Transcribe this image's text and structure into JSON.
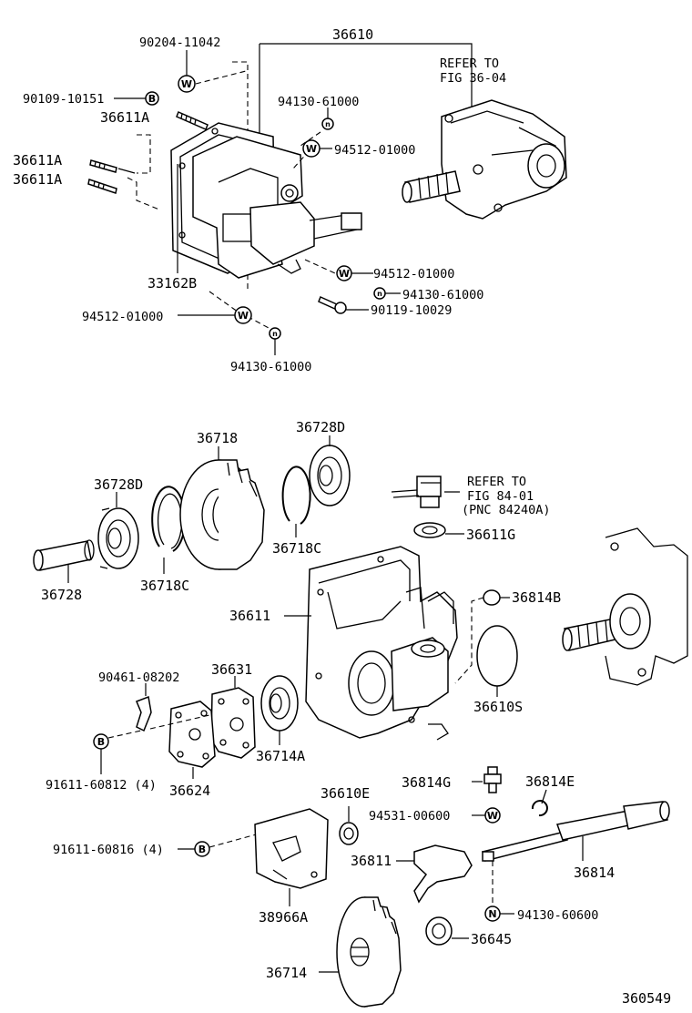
{
  "labels": {
    "l_36610": "36610",
    "l_90204_11042": "90204-11042",
    "l_90109_10151": "90109-10151",
    "l_36611A_1": "36611A",
    "l_36611A_2": "36611A",
    "l_36611A_3": "36611A",
    "l_94130_61000_a": "94130-61000",
    "l_94512_01000_a": "94512-01000",
    "l_refer1_a": "REFER TO",
    "l_refer1_b": "FIG 36-04",
    "l_33162B": "33162B",
    "l_94512_01000_b": "94512-01000",
    "l_94130_61000_b": "94130-61000",
    "l_90119_10029": "90119-10029",
    "l_94512_01000_c": "94512-01000",
    "l_94130_61000_c": "94130-61000",
    "l_36718": "36718",
    "l_36728D_1": "36728D",
    "l_36728D_2": "36728D",
    "l_refer2_a": "REFER TO",
    "l_refer2_b": "FIG 84-01",
    "l_refer2_c": "(PNC 84240A)",
    "l_36611G": "36611G",
    "l_36718C_1": "36718C",
    "l_36718C_2": "36718C",
    "l_36728": "36728",
    "l_36611": "36611",
    "l_36814B": "36814B",
    "l_90461_08202": "90461-08202",
    "l_36631": "36631",
    "l_36610S": "36610S",
    "l_36714A": "36714A",
    "l_91611_60812": "91611-60812 (4)",
    "l_36624": "36624",
    "l_36610E": "36610E",
    "l_36814G": "36814G",
    "l_36814E": "36814E",
    "l_94531_00600": "94531-00600",
    "l_91611_60816": "91611-60816 (4)",
    "l_36811": "36811",
    "l_36814": "36814",
    "l_94130_60600": "94130-60600",
    "l_38966A": "38966A",
    "l_36645": "36645",
    "l_36714": "36714",
    "l_360549": "360549"
  },
  "symbols": {
    "washer": "W",
    "bolt": "B",
    "nut": "N"
  }
}
